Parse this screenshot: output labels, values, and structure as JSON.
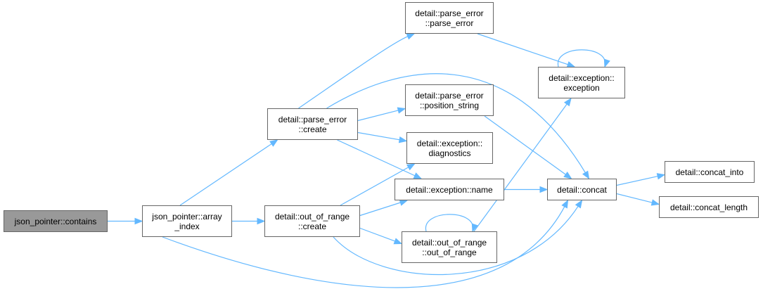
{
  "graph": {
    "edge_color": "#63b8ff",
    "root_fill": "#999999",
    "node_border": "#666666",
    "nodes": [
      {
        "id": "contains",
        "lines": [
          "json_pointer::contains"
        ],
        "root": true
      },
      {
        "id": "array_index",
        "lines": [
          "json_pointer::array",
          "_index"
        ]
      },
      {
        "id": "pe_create",
        "lines": [
          "detail::parse_error",
          "::create"
        ]
      },
      {
        "id": "oor_create",
        "lines": [
          "detail::out_of_range",
          "::create"
        ]
      },
      {
        "id": "pe_parse_error",
        "lines": [
          "detail::parse_error",
          "::parse_error"
        ]
      },
      {
        "id": "pe_position_string",
        "lines": [
          "detail::parse_error",
          "::position_string"
        ]
      },
      {
        "id": "exc_diagnostics",
        "lines": [
          "detail::exception::",
          "diagnostics"
        ]
      },
      {
        "id": "exc_name",
        "lines": [
          "detail::exception::name"
        ]
      },
      {
        "id": "oor_oor",
        "lines": [
          "detail::out_of_range",
          "::out_of_range"
        ]
      },
      {
        "id": "exc_exception",
        "lines": [
          "detail::exception::",
          "exception"
        ]
      },
      {
        "id": "concat",
        "lines": [
          "detail::concat"
        ]
      },
      {
        "id": "concat_into",
        "lines": [
          "detail::concat_into"
        ]
      },
      {
        "id": "concat_length",
        "lines": [
          "detail::concat_length"
        ]
      }
    ],
    "edges": [
      [
        "contains",
        "array_index"
      ],
      [
        "array_index",
        "pe_create"
      ],
      [
        "array_index",
        "oor_create"
      ],
      [
        "array_index",
        "concat"
      ],
      [
        "pe_create",
        "pe_parse_error"
      ],
      [
        "pe_create",
        "pe_position_string"
      ],
      [
        "pe_create",
        "exc_diagnostics"
      ],
      [
        "pe_create",
        "exc_name"
      ],
      [
        "pe_create",
        "concat"
      ],
      [
        "oor_create",
        "exc_diagnostics"
      ],
      [
        "oor_create",
        "exc_name"
      ],
      [
        "oor_create",
        "oor_oor"
      ],
      [
        "oor_create",
        "concat"
      ],
      [
        "pe_parse_error",
        "exc_exception"
      ],
      [
        "pe_position_string",
        "concat"
      ],
      [
        "exc_name",
        "concat"
      ],
      [
        "oor_oor",
        "exc_exception"
      ],
      [
        "oor_oor",
        "oor_oor"
      ],
      [
        "exc_exception",
        "exc_exception"
      ],
      [
        "concat",
        "concat_into"
      ],
      [
        "concat",
        "concat_length"
      ]
    ]
  }
}
